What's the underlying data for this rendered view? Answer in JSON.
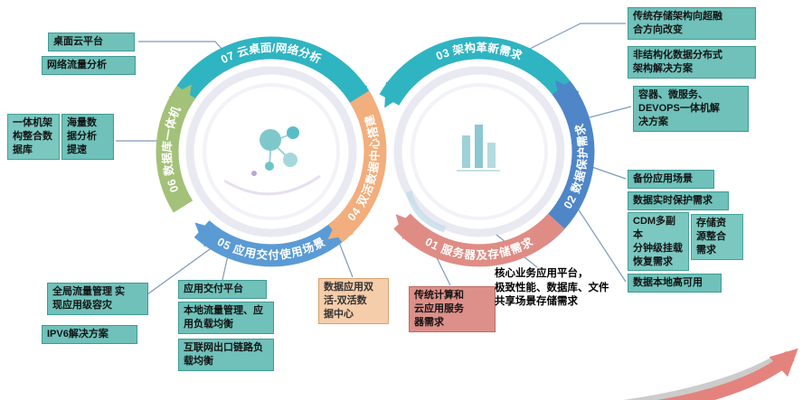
{
  "colors": {
    "arc_teal": "#2FB4C2",
    "arc_green": "#A3C178",
    "arc_blue": "#5B9BD5",
    "arc_orange": "#F2AE7C",
    "arc_steel_blue": "#4E86C8",
    "arc_salmon": "#DF8C85",
    "callout_teal": "#6FC1BA",
    "callout_orange": "#F6CDAA",
    "callout_salmon": "#DD8F89",
    "connector_line": "#7E99BF",
    "ring_gray": "#E9E9F2",
    "swoosh_red": "#E4837D",
    "swoosh_gray": "#CCCCCC"
  },
  "arcs": {
    "a07": {
      "label": "07 云桌面/网络分析"
    },
    "a06": {
      "label": "06 数据库一体机"
    },
    "a05": {
      "label": "05 应用交付使用场景"
    },
    "a04": {
      "label": "04 双活数据中心搭建"
    },
    "a03": {
      "label": "03 架构革新需求"
    },
    "a02": {
      "label": "02 数据保护需求"
    },
    "a01": {
      "label": "01 服务器及存储需求"
    }
  },
  "callouts": {
    "desktop_cloud": "桌面云平台",
    "network_traffic_analysis": "网络流量分析",
    "appliance_architecture": "一体机架\n构整合数\n据库",
    "mass_data_speedup": "海量数\n据分析\n提速",
    "global_traffic_dr": "全局流量管理 实\n现应用级容灾",
    "ipv6_solution": "IPV6解决方案",
    "app_delivery_platform": "应用交付平台",
    "local_traffic_lb": "本地流量管理、应\n用负载均衡",
    "internet_link_lb": "互联网出口链路负\n载均衡",
    "dual_active_dc": "数据应用双\n活-双活数\n据中心",
    "traditional_cloud_server": "传统计算和\n云应用服务\n器需求",
    "core_business_storage": "核心业务应用平台，\n极致性能、数据库、文件\n共享场景存储需求",
    "storage_to_hci": "传统存储架构向超融\n合方向改变",
    "unstructured_distributed": "非结构化数据分布式\n架构解决方案",
    "container_devops": "容器、微服务、\nDEVOPS一体机解\n决方案",
    "backup_scenario": "备份应用场景",
    "realtime_protection": "数据实时保护需求",
    "cdm_recovery": "CDM多副本\n分钟级挂载\n恢复需求",
    "storage_consolidation": "存储资\n源整合\n需求",
    "local_high_availability": "数据本地高可用"
  }
}
